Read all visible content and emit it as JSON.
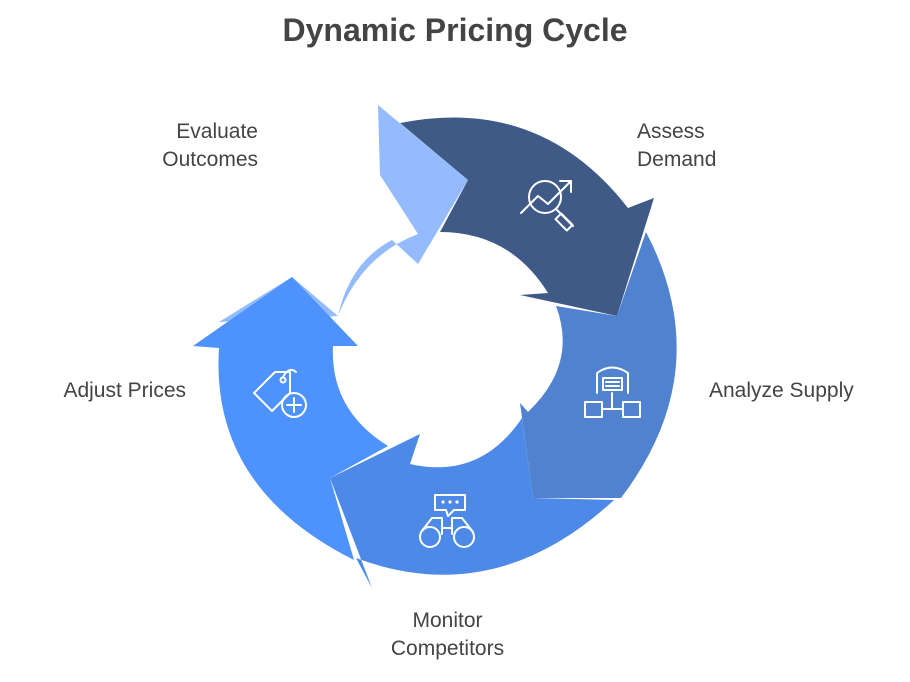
{
  "title": "Dynamic Pricing Cycle",
  "steps": [
    {
      "id": "evaluate",
      "lines": [
        "Evaluate",
        "Outcomes"
      ],
      "icon": "bar-chart-people-icon",
      "color": "#94bbfd"
    },
    {
      "id": "assess",
      "lines": [
        "Assess",
        "Demand"
      ],
      "icon": "trend-magnifier-icon",
      "color": "#3f5a87"
    },
    {
      "id": "analyze",
      "lines": [
        "Analyze Supply"
      ],
      "icon": "warehouse-network-icon",
      "color": "#5182cf"
    },
    {
      "id": "monitor",
      "lines": [
        "Monitor",
        "Competitors"
      ],
      "icon": "binoculars-chat-icon",
      "color": "#4d89e6"
    },
    {
      "id": "adjust",
      "lines": [
        "Adjust Prices"
      ],
      "icon": "price-tag-plus-icon",
      "color": "#4e92fd"
    }
  ]
}
